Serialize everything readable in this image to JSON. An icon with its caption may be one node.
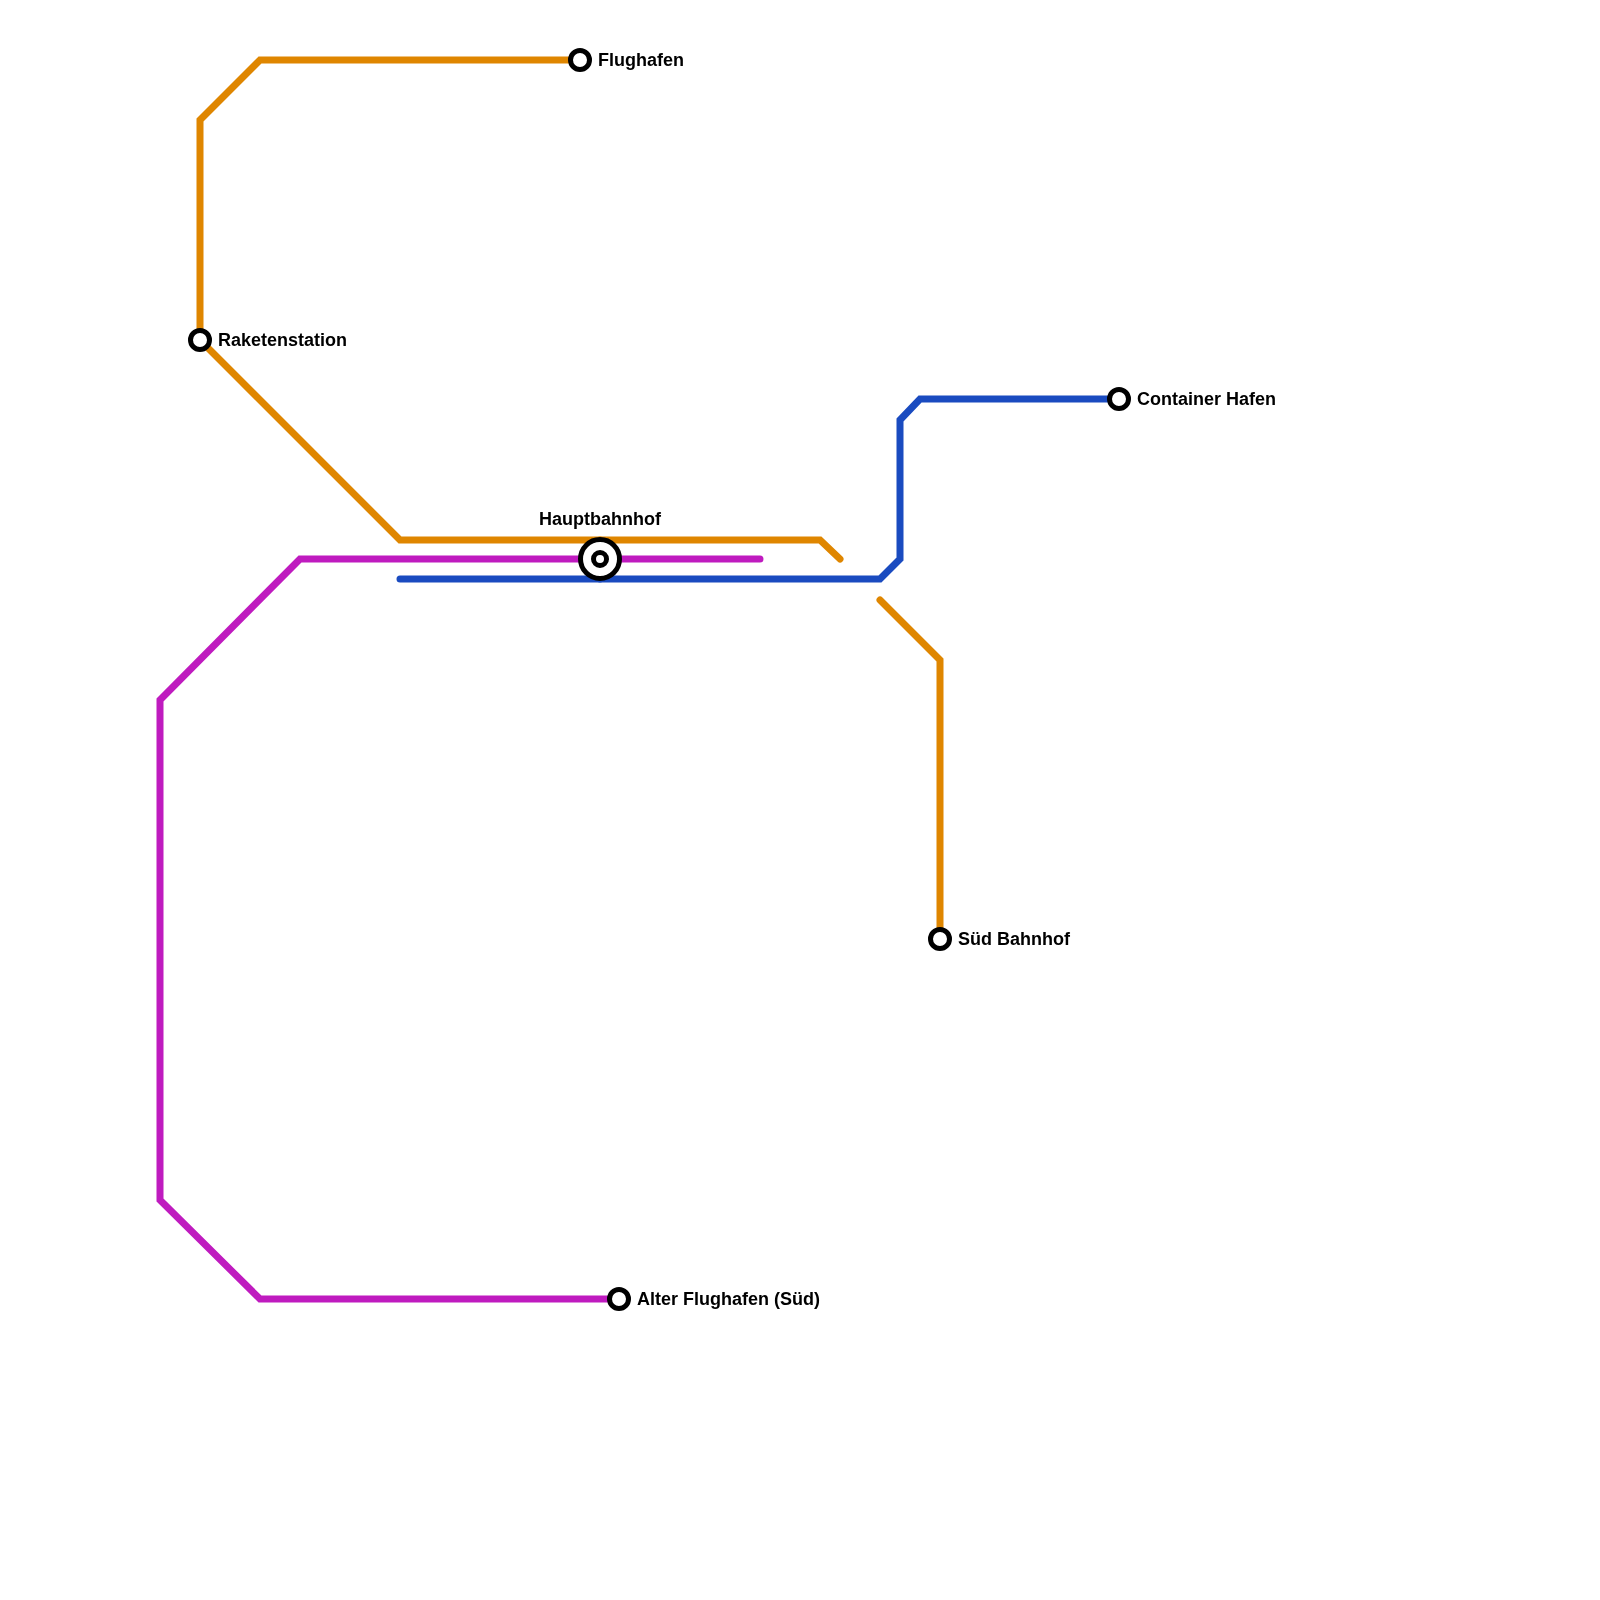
{
  "diagram": {
    "nodes": [
      {
        "text": [
          "Flughafen"
        ]
      },
      {
        "text": [
          "Raketenstation"
        ]
      },
      {
        "text": [
          "Hauptbahnhof"
        ]
      },
      {
        "text": [
          "Container Hafen"
        ]
      },
      {
        "text": [
          "Süd Bahnhof"
        ]
      },
      {
        "text": [
          "Alter Flughafen (Süd)"
        ]
      }
    ],
    "edges": [
      {
        "from": 0,
        "to": 1,
        "arrow": "none",
        "color": "#df8600"
      },
      {
        "from": 1,
        "to": 2,
        "arrow": "none",
        "color": "#df8600"
      },
      {
        "from": 2,
        "to": null,
        "arrow": "none",
        "color": "#df8600"
      },
      {
        "from": null,
        "to": 4,
        "arrow": "none",
        "color": "#df8600"
      },
      {
        "from": 2,
        "to": 5,
        "arrow": "none",
        "color": "#bf1bbf"
      },
      {
        "from": 2,
        "to": null,
        "arrow": "none",
        "color": "#bf1bbf"
      },
      {
        "from": null,
        "to": 2,
        "arrow": "none",
        "color": "#1a4bc0"
      },
      {
        "from": 2,
        "to": 3,
        "arrow": "none",
        "color": "#1a4bc0"
      }
    ]
  }
}
